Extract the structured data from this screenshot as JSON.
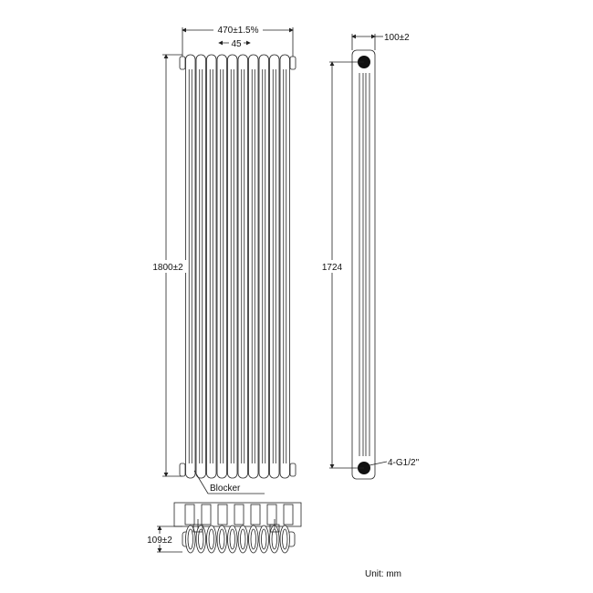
{
  "front_view": {
    "width_label": "470±1.5%",
    "pitch_label": "45",
    "height_label": "1800±2",
    "blocker_label": "Blocker",
    "column_count": 10
  },
  "side_view": {
    "depth_label": "100±2",
    "centers_label": "1724",
    "connection_label": "4-G1/2\""
  },
  "bottom_view": {
    "depth_label": "109±2"
  },
  "unit_label": "Unit: mm"
}
